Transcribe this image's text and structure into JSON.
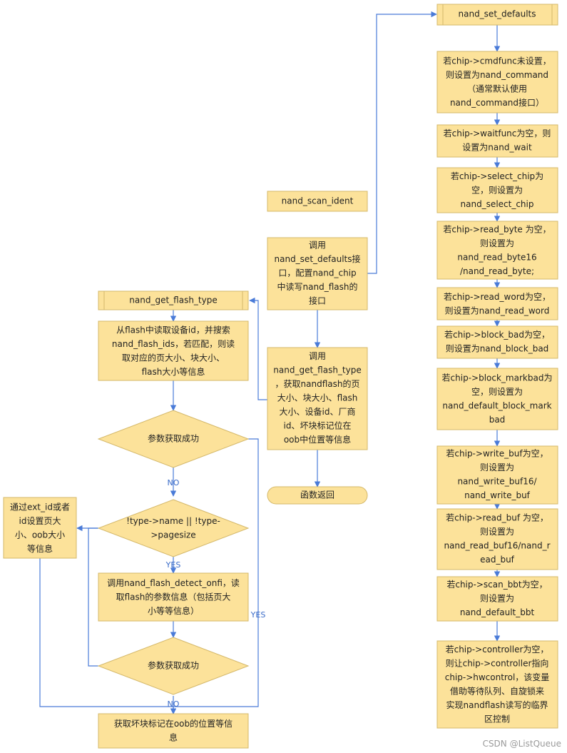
{
  "nodes": {
    "scan_ident": [
      "nand_scan_ident"
    ],
    "call_defaults": [
      "调用",
      "nand_set_defaults接",
      "口，配置nand_chip",
      "中读写nand_flash的",
      "接口"
    ],
    "call_flash_type": [
      "调用",
      "nand_get_flash_type",
      "，获取nandflash的页",
      "大小、块大小、flash",
      "大小、设备id、厂商",
      "id、坏块标记位在",
      "oob中位置等信息"
    ],
    "func_return": [
      "函数返回"
    ],
    "get_flash_type": [
      "nand_get_flash_type"
    ],
    "read_id": [
      "从flash中读取设备id，并搜索",
      "nand_flash_ids，若匹配，则读",
      "取对应的页大小、块大小、",
      "flash大小等信息"
    ],
    "param_ok_1": [
      "参数获取成功"
    ],
    "type_check": [
      "!type->name || !type-",
      ">pagesize"
    ],
    "ext_id": [
      "通过ext_id或者",
      "id设置页大",
      "小、oob大小",
      "等信息"
    ],
    "detect_onfi": [
      "调用nand_flash_detect_onfi，读",
      "取flash的参数信息（包括页大",
      "小等等信息）"
    ],
    "param_ok_2": [
      "参数获取成功"
    ],
    "bad_block": [
      "获取坏块标记在oob的位置等信",
      "息"
    ],
    "set_defaults": [
      "nand_set_defaults"
    ],
    "cmdfunc": [
      "若chip->cmdfunc未设置，",
      "则设置为nand_command",
      "（通常默认使用",
      "nand_command接口）"
    ],
    "waitfunc": [
      "若chip->waitfunc为空，则",
      "设置为nand_wait"
    ],
    "select_chip": [
      "若chip->select_chip为",
      "空，则设置为",
      "nand_select_chip"
    ],
    "read_byte": [
      "若chip->read_byte 为空，",
      "则设置为",
      "nand_read_byte16",
      "/nand_read_byte;"
    ],
    "read_word": [
      "若chip->read_word为空，",
      "则设置为nand_read_word"
    ],
    "block_bad": [
      "若chip->block_bad为空，",
      "则设置为nand_block_bad"
    ],
    "block_markbad": [
      "若chip->block_markbad为",
      "空，则设置为",
      "nand_default_block_mark",
      "bad"
    ],
    "write_buf": [
      "若chip->write_buf为空，",
      "则设置为",
      "nand_write_buf16/",
      "nand_write_buf"
    ],
    "read_buf": [
      "若chip->read_buf 为空，",
      "则设置为",
      "nand_read_buf16/nand_r",
      "ead_buf"
    ],
    "scan_bbt": [
      "若chip->scan_bbt为空，",
      "则设置为",
      "nand_default_bbt"
    ],
    "controller": [
      "若chip->controller为空，",
      "则让chip->controller指向",
      "chip->hwcontrol，该变量",
      "借助等待队列、自旋锁来",
      "实现nandflash读写的临界",
      "区控制"
    ]
  },
  "edge_labels": {
    "no_1": "NO",
    "yes_1": "YES",
    "yes_2": "YES",
    "no_2": "NO"
  },
  "watermark": "CSDN @ListQueue",
  "colors": {
    "node_fill": "#FCE29A",
    "edge": "#4A7BD8"
  }
}
